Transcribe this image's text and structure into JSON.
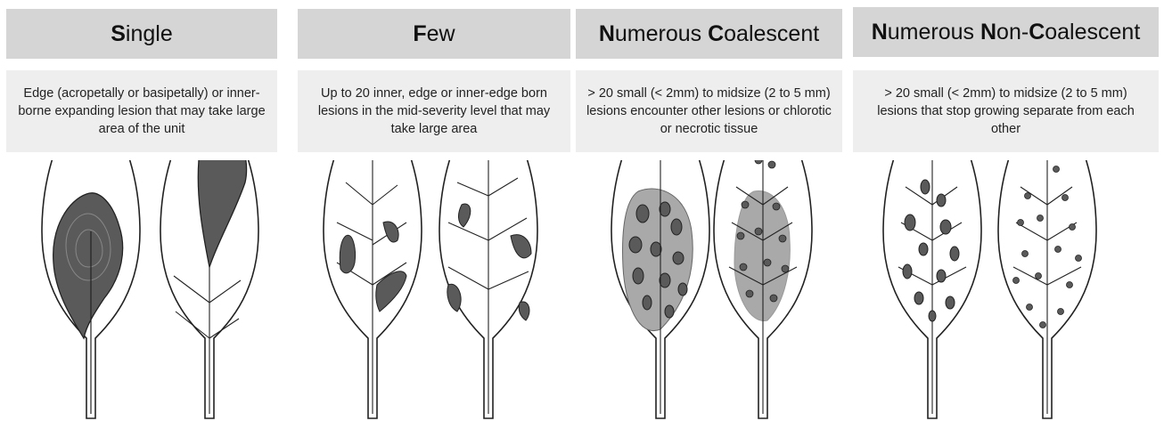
{
  "categories": [
    {
      "title_bold": "S",
      "title_rest": "ingle",
      "description": "Edge (acropetally or basipetally) or inner-borne expanding lesion that may take large area of the unit"
    },
    {
      "title_bold": "F",
      "title_rest": "ew",
      "description": "Up to 20 inner, edge or inner-edge born lesions in the mid-severity level that may take large area"
    },
    {
      "title_parts": [
        {
          "bold": "N",
          "rest": "umerous "
        },
        {
          "bold": "C",
          "rest": "oalescent"
        }
      ],
      "description": "> 20 small (< 2mm) to midsize (2 to 5 mm) lesions encounter other lesions or chlorotic or necrotic tissue"
    },
    {
      "title_parts": [
        {
          "bold": "N",
          "rest": "umerous "
        },
        {
          "bold": "N",
          "rest": "on-"
        },
        {
          "bold": "C",
          "rest": "oalescent"
        }
      ],
      "description": "> 20 small (< 2mm) to midsize (2 to 5 mm) lesions that stop growing separate from each other"
    }
  ],
  "colors": {
    "header_bg": "#d5d5d5",
    "desc_bg": "#eeeeee",
    "lesion_dark": "#5a5a5a",
    "lesion_halo": "#a9a9a9"
  }
}
